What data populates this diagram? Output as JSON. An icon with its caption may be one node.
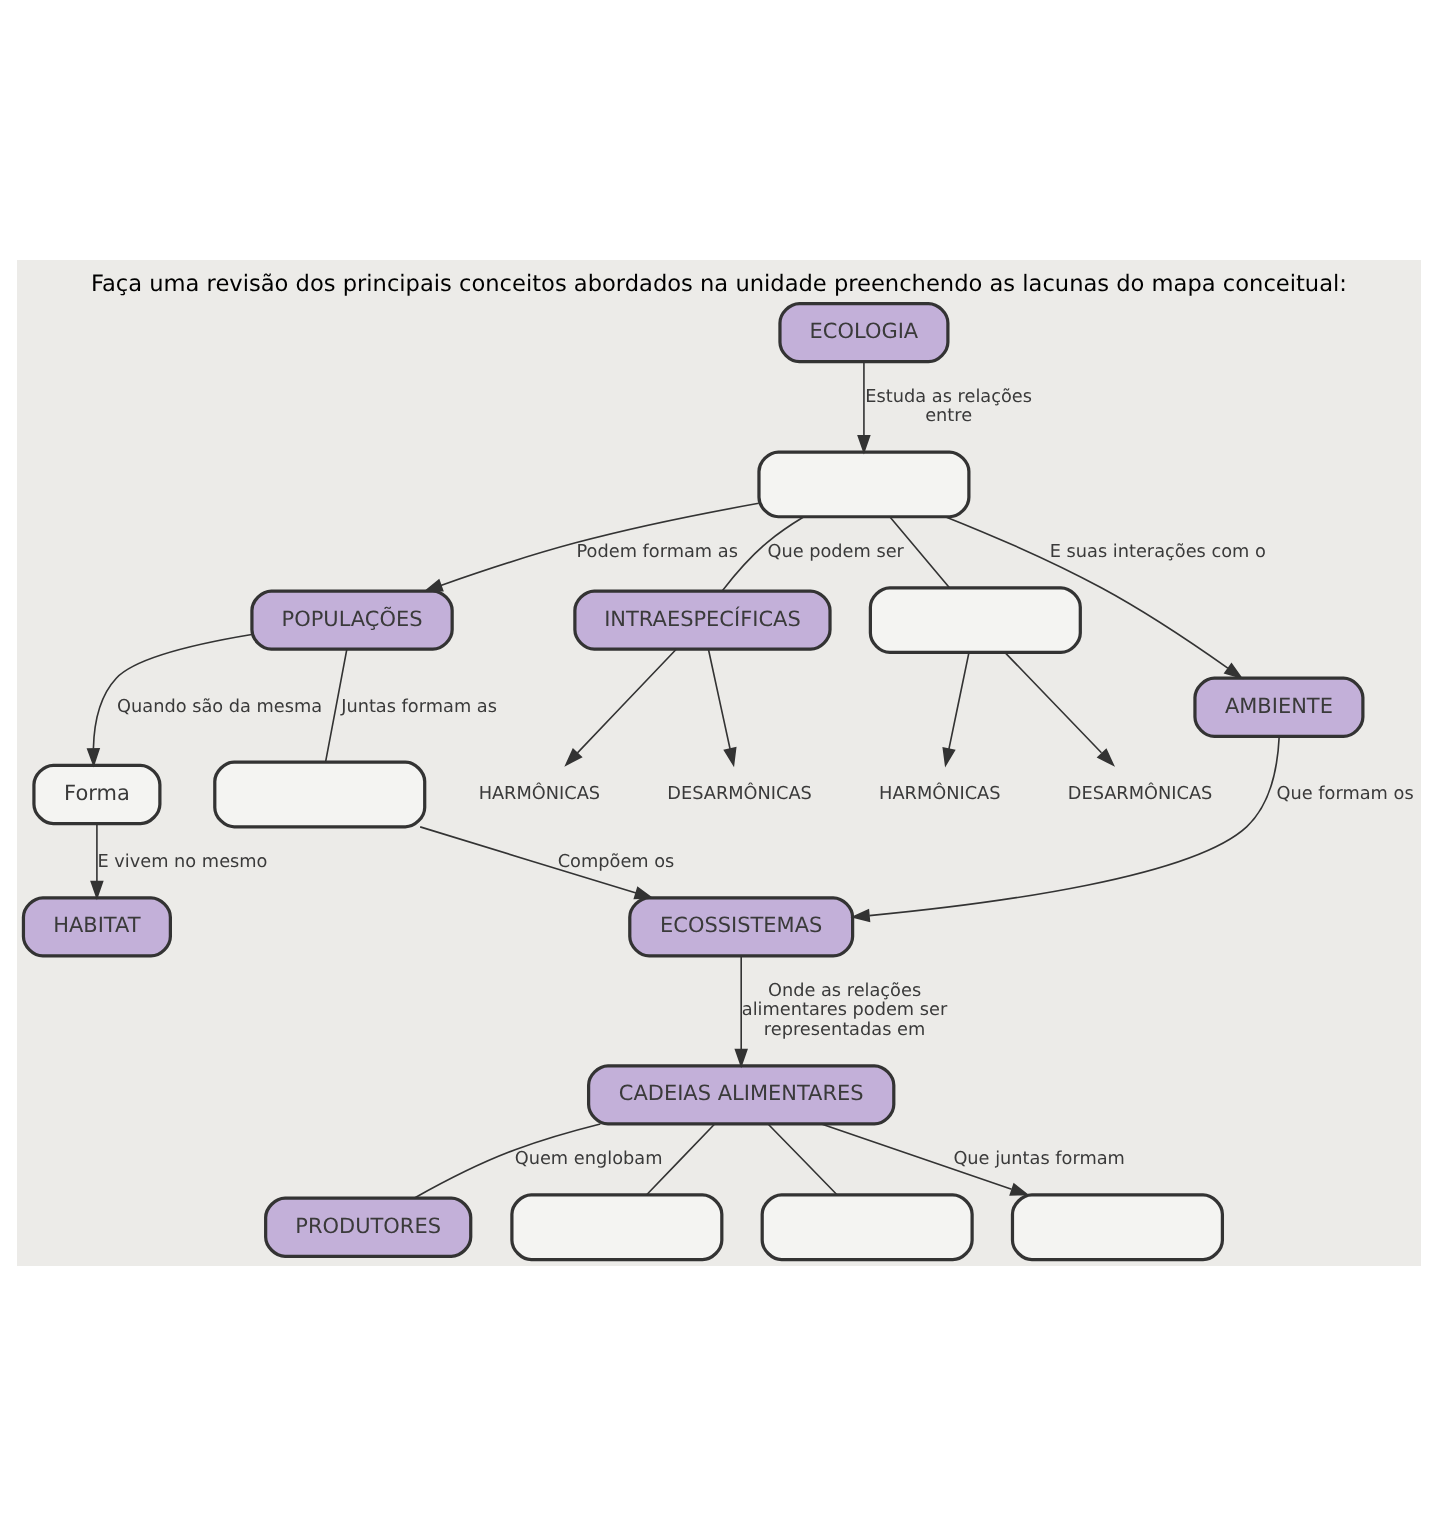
{
  "diagram": {
    "title": "Faça uma revisão dos principais conceitos abordados na unidade preenchendo as lacunas do mapa conceitual:",
    "nodes": [
      {
        "text": [
          "ECOLOGIA"
        ]
      },
      {
        "text": [],
        "shape": "box"
      },
      {
        "text": [
          "POPULAÇÕES"
        ]
      },
      {
        "text": [
          "INTRAESPECÍFICAS"
        ]
      },
      {
        "text": [],
        "shape": "box"
      },
      {
        "text": [
          "HARMÔNICAS"
        ]
      },
      {
        "text": [
          "DESARMÔNICAS"
        ]
      },
      {
        "text": [
          "HARMÔNICAS"
        ]
      },
      {
        "text": [
          "DESARMÔNICAS"
        ]
      },
      {
        "text": [
          "Forma"
        ]
      },
      {
        "text": [
          "AMBIENTE"
        ]
      },
      {
        "text": [
          "HABITAT"
        ]
      },
      {
        "text": [],
        "shape": "box"
      },
      {
        "text": [
          "ECOSSISTEMAS"
        ]
      },
      {
        "text": [
          "CADEIAS ALIMENTARES"
        ]
      },
      {
        "text": [
          "PRODUTORES"
        ]
      },
      {
        "text": [],
        "shape": "box"
      },
      {
        "text": [],
        "shape": "box"
      },
      {
        "text": [],
        "shape": "box"
      }
    ],
    "edges": [
      {
        "from": 0,
        "to": 1,
        "arrow": "to",
        "label": "Estuda as relações entre"
      },
      {
        "from": 1,
        "to": 2,
        "arrow": "to",
        "label": "Podem formam as"
      },
      {
        "from": 1,
        "to": 3,
        "arrow": "none",
        "label": "Que podem ser"
      },
      {
        "from": 1,
        "to": 4,
        "arrow": "none"
      },
      {
        "from": 3,
        "to": 5,
        "arrow": "to"
      },
      {
        "from": 3,
        "to": 6,
        "arrow": "to"
      },
      {
        "from": 4,
        "to": 7,
        "arrow": "to"
      },
      {
        "from": 4,
        "to": 8,
        "arrow": "to"
      },
      {
        "from": 2,
        "to": 9,
        "arrow": "to",
        "label": "Quando são da mesma"
      },
      {
        "from": 1,
        "to": 10,
        "arrow": "to",
        "label": "E suas interações com o"
      },
      {
        "from": 9,
        "to": 11,
        "arrow": "to",
        "label": "E vivem no mesmo"
      },
      {
        "from": 2,
        "to": 12,
        "arrow": "none",
        "label": "Juntas formam as"
      },
      {
        "from": 12,
        "to": 13,
        "arrow": "to",
        "label": "Compõem os"
      },
      {
        "from": 10,
        "to": 13,
        "arrow": "to",
        "label": "Que formam os"
      },
      {
        "from": 13,
        "to": 14,
        "arrow": "to",
        "label": "Onde as relações alimentares podem ser representadas em"
      },
      {
        "from": 14,
        "to": 15,
        "arrow": "none",
        "label": "Quem englobam"
      },
      {
        "from": 14,
        "to": 16,
        "arrow": "none"
      },
      {
        "from": 14,
        "to": 17,
        "arrow": "none"
      },
      {
        "from": 14,
        "to": 18,
        "arrow": "to",
        "label": "Que juntas formam"
      }
    ]
  }
}
